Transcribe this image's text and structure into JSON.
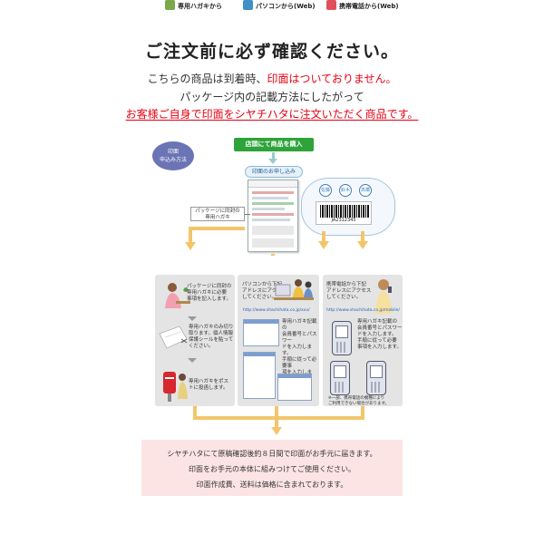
{
  "notice": {
    "title": "ご注文前に必ず確認ください。",
    "line1_prefix": "こちらの商品は到着時、",
    "line1_red": "印面はついておりません。",
    "line2": "パッケージ内の記載方法にしたがって",
    "line3": "お客様ご自身で印面をシヤチハタに注文いただく商品です。"
  },
  "flow": {
    "badge": "印面\n申込み方法",
    "store_label": "店頭にて商品を購入",
    "apply_label": "印面のお申し込み",
    "card_note": "パッケージに同封の\n専用ハガキ",
    "barcode_number": "JA2312345",
    "stamps": [
      "佐藤",
      "鈴木",
      "高橋"
    ]
  },
  "methods": [
    {
      "title": "専用ハガキから",
      "icon": "postcard-icon",
      "icon_color": "#7aa84a",
      "text1": "パッケージに同封の\n専用ハガキに必要\n事項を記入します。",
      "text2": "専用ハガキのみ切り\n取ります。個人情報\n保護シールを貼って\nください。",
      "text3": "専用ハガキをポス\nトに投函します。"
    },
    {
      "title": "パソコンから(Web)",
      "icon": "computer-icon",
      "icon_color": "#3f8fc8",
      "text1": "パソコンから下記\nアドレスにアクセス\nしてください。",
      "url": "http://www.shachihata.co.jp/xxx/",
      "text2": "専用ハガキ記載の\n会員番号とパスワー\nドを入力します。\n手順に従って必要事\n項を入力します。"
    },
    {
      "title": "携帯電話から(Web)",
      "icon": "mobile-icon",
      "icon_color": "#e0505a",
      "text1": "携帯電話から下記\nアドレスにアクセス\nしてください。",
      "url": "http://www.shachihata.co.jp/mobile/",
      "text2": "専用ハガキ記載の\n会員番号とパスワー\nドを入力します。\n手順に従って必要\n事項を入力します。",
      "text3": "※一部、携帯電話の機種により\nご利用できない場合があります。"
    }
  ],
  "footer": {
    "line1": "シヤチハタにて原稿確認後約８日間で印面がお手元に届きます。",
    "line2": "印面をお手元の本体に組みつけてご使用ください。",
    "line3": "印面作成費、送料は価格に含まれております。"
  }
}
